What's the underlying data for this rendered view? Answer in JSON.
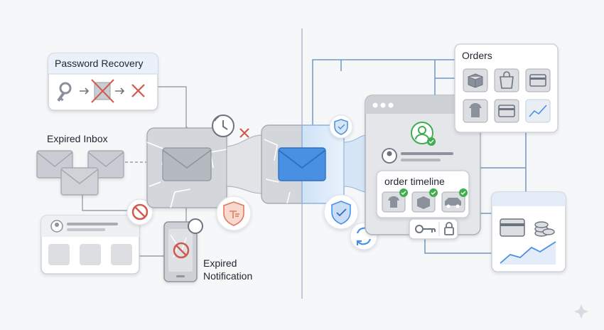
{
  "password_recovery": {
    "title": "Password Recovery"
  },
  "expired_inbox": {
    "title": "Expired Inbox"
  },
  "expired_notification": {
    "line1": "Expired",
    "line2": "Notification"
  },
  "orders": {
    "title": "Orders"
  },
  "order_timeline": {
    "title": "order timeline"
  },
  "colors": {
    "accent_blue": "#4a90e2",
    "blocked_red": "#d05a4e",
    "success_green": "#3fae4f",
    "neutral_gray": "#b9bcc2",
    "shield_orange": "#e07a5f"
  },
  "icons": {
    "password_recovery": [
      "key-icon",
      "arrow-right-icon",
      "crossed-document-icon",
      "arrow-right-icon",
      "red-x-icon"
    ],
    "orders_grid": [
      "box-icon",
      "shopping-bag-icon",
      "credit-card-icon",
      "t-shirt-icon",
      "credit-card-icon",
      "trend-line-icon"
    ],
    "order_timeline": [
      "t-shirt-icon",
      "box-icon",
      "delivery-car-icon"
    ]
  }
}
